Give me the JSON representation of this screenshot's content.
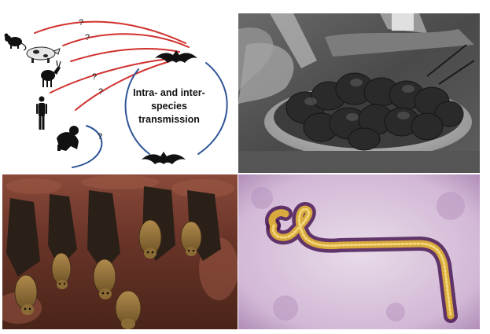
{
  "figure": {
    "transmission_label_lines": [
      "Intra- and inter-",
      "species",
      "transmission"
    ],
    "question_mark": "?",
    "colors": {
      "animal_links": "#d0312d",
      "bat_to_bat_links": "#2f5597",
      "silhouette": "#111111"
    },
    "icons": [
      "mouse-icon",
      "pig-icon",
      "antelope-icon",
      "human-icon",
      "chimpanzee-icon",
      "bat-icon"
    ],
    "photos": [
      "bushmeat-bat-platter-photo",
      "hanging-fruit-bats-photo",
      "ebola-virion-micrograph"
    ]
  }
}
